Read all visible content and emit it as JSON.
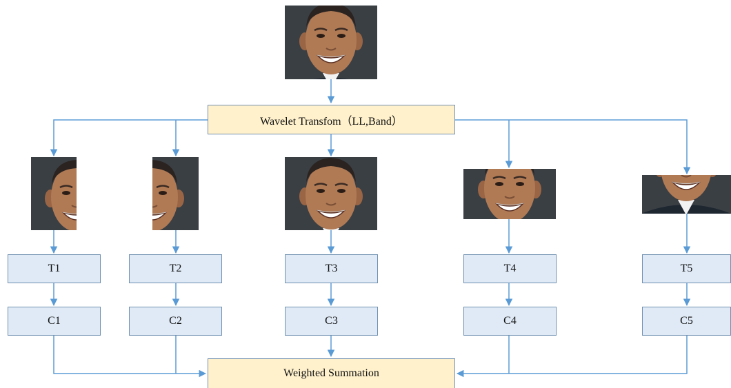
{
  "transform_label": "Wavelet Transfom（LL,Band）",
  "summation_label": "Weighted Summation",
  "branches": [
    {
      "t": "T1",
      "c": "C1"
    },
    {
      "t": "T2",
      "c": "C2"
    },
    {
      "t": "T3",
      "c": "C3"
    },
    {
      "t": "T4",
      "c": "C4"
    },
    {
      "t": "T5",
      "c": "C5"
    }
  ],
  "colors": {
    "arrow": "#5b9bd5",
    "yellow_box": "#fff1cc",
    "blue_box": "#dfeaf6",
    "skin": "#b07a55",
    "background_face": "#3a3f44"
  },
  "icons": [
    "face-photo"
  ]
}
